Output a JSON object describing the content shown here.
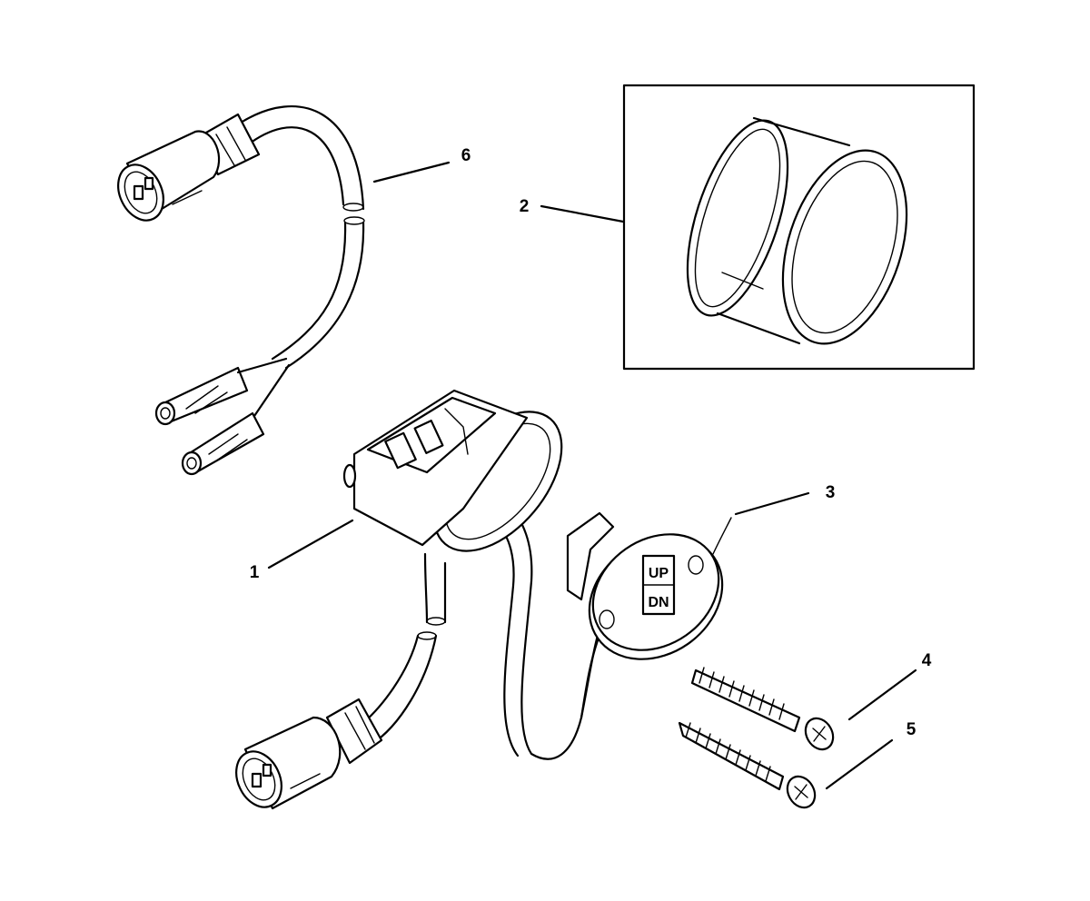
{
  "callouts": [
    {
      "id": "1",
      "label": "1"
    },
    {
      "id": "2",
      "label": "2"
    },
    {
      "id": "3",
      "label": "3"
    },
    {
      "id": "4",
      "label": "4"
    },
    {
      "id": "5",
      "label": "5"
    },
    {
      "id": "6",
      "label": "6"
    }
  ],
  "switch_labels": {
    "up": "UP",
    "down": "DN"
  }
}
